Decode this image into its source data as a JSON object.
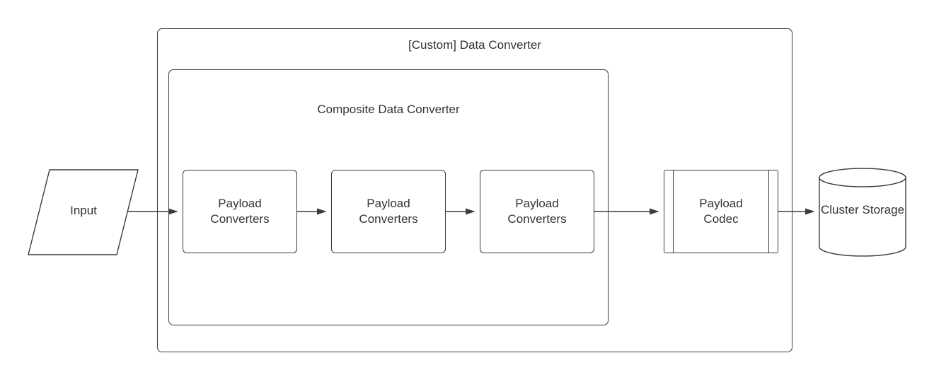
{
  "diagram": {
    "outer_title": "[Custom] Data Converter",
    "composite_title": "Composite Data Converter",
    "input_label": "Input",
    "converters": [
      {
        "label": "Payload Converters"
      },
      {
        "label": "Payload Converters"
      },
      {
        "label": "Payload Converters"
      }
    ],
    "codec_label": "Payload Codec",
    "storage_label": "Cluster Storage",
    "colors": {
      "stroke": "#3b3b3b",
      "text": "#333333",
      "background": "#ffffff"
    }
  }
}
